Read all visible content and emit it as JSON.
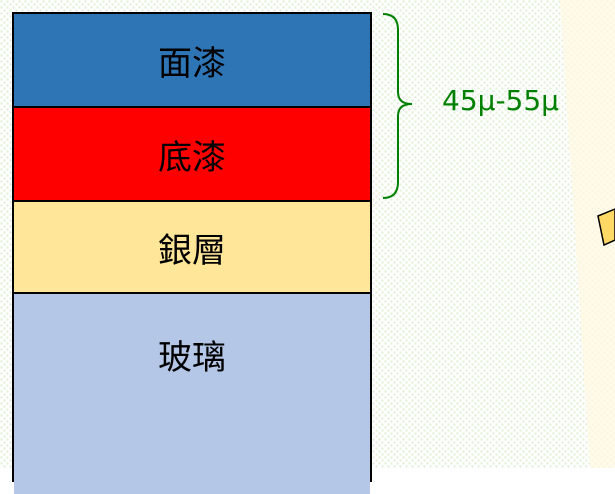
{
  "layers": [
    {
      "label": "面漆",
      "color": "#2e75b6"
    },
    {
      "label": "底漆",
      "color": "#ff0000"
    },
    {
      "label": "銀層",
      "color": "#ffe699"
    },
    {
      "label": "玻璃",
      "color": "#b4c7e7"
    }
  ],
  "thickness": {
    "label": "45μ-55μ",
    "color": "#008000"
  },
  "background": {
    "color": "#e2f0d9"
  }
}
